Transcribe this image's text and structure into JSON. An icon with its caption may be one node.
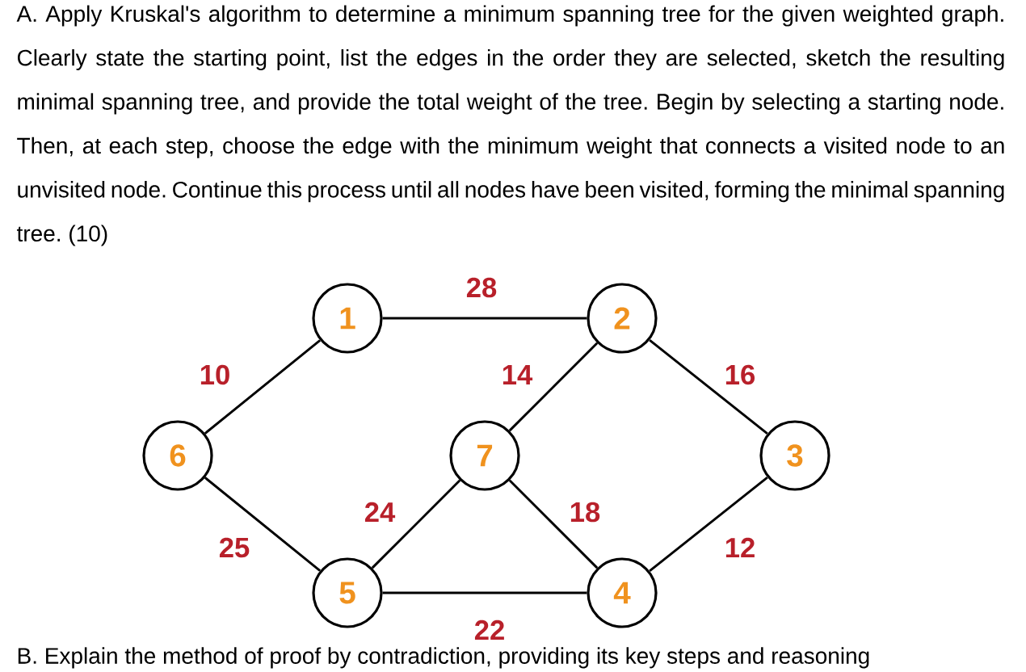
{
  "diagram": {
    "nodes": [
      {
        "text": [
          "1"
        ]
      },
      {
        "text": [
          "2"
        ]
      },
      {
        "text": [
          "6"
        ]
      },
      {
        "text": [
          "7"
        ]
      },
      {
        "text": [
          "3"
        ]
      },
      {
        "text": [
          "5"
        ]
      },
      {
        "text": [
          "4"
        ]
      }
    ],
    "edges": [
      {
        "from": 0,
        "to": 1,
        "arrow": "none",
        "label": "28"
      },
      {
        "from": 0,
        "to": 2,
        "arrow": "none",
        "label": "10"
      },
      {
        "from": 1,
        "to": 3,
        "arrow": "none",
        "label": "14"
      },
      {
        "from": 1,
        "to": 4,
        "arrow": "none",
        "label": "16"
      },
      {
        "from": 2,
        "to": 5,
        "arrow": "none",
        "label": "25"
      },
      {
        "from": 3,
        "to": 5,
        "arrow": "none",
        "label": "24"
      },
      {
        "from": 3,
        "to": 6,
        "arrow": "none",
        "label": "18"
      },
      {
        "from": 4,
        "to": 6,
        "arrow": "none",
        "label": "12"
      },
      {
        "from": 5,
        "to": 6,
        "arrow": "none",
        "label": "22"
      }
    ],
    "labels": [
      "A. Apply Kruskal's algorithm to determine a minimum spanning tree for the given weighted graph. Clearly state the starting point, list the edges in the order they are selected, sketch the resulting minimal spanning tree, and provide the total weight of the tree. Begin by selecting a starting node. Then, at each step, choose the edge with the minimum weight that connects a visited node to an unvisited node. Continue this process until all nodes have been visited, forming the minimal spanning tree. (10)",
      "B. Explain the method of proof by contradiction, providing its key steps and reasoning"
    ]
  }
}
